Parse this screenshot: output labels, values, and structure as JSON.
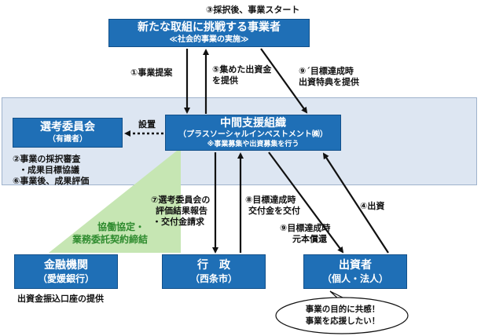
{
  "top_note": "③採択後、事業スタート",
  "boxes": {
    "top": {
      "title": "新たな取組に挑戦する事業者",
      "sub": "≪社会的事業の実施≫"
    },
    "committee": {
      "title": "選考委員会",
      "sub": "（有識者）"
    },
    "org": {
      "title": "中間支援組織",
      "sub": "（プラスソーシャルインベストメント㈱）",
      "note": "※事業募集や出資募集を行う"
    },
    "bank": {
      "title": "金融機関",
      "sub": "（愛媛銀行）"
    },
    "gov": {
      "title": "行　政",
      "sub": "（西条市）"
    },
    "investor": {
      "title": "出資者",
      "sub": "（個人・法人）"
    }
  },
  "labels": {
    "proposal": "①事業提案",
    "funds_line1": "⑤集めた出資金",
    "funds_line2": "を提供",
    "perk_line1": "⑨´目標達成時",
    "perk_line2": "出資特典を提供",
    "setup": "設置",
    "review_line1": "②事業の採択審査",
    "review_line2": "・成果目標協議",
    "review_line3": "⑥事業後、成果評価",
    "report_line1": "⑦選考委員会の",
    "report_line2": "評価結果報告",
    "report_line3": "・交付金請求",
    "grant_line1": "⑧目標達成時",
    "grant_line2": "交付金を交付",
    "invest": "④出資",
    "repay_line1": "⑨目標達成時",
    "repay_line2": "元本償還",
    "coop_line1": "協働協定・",
    "coop_line2": "業務委託契約締結",
    "bank_note": "出資金振込口座の提供"
  },
  "bubble": {
    "line1": "事業の目的に共感！",
    "line2": "事業を応援したい！"
  },
  "colors": {
    "box_blue": "#1f6fb6",
    "region_blue": "#dde6f2",
    "green_fill": "#c6e6b3",
    "green_text": "#2e8b2e"
  }
}
